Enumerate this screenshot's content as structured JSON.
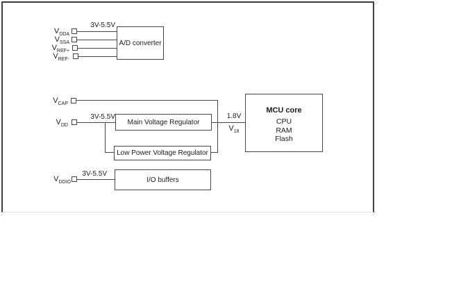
{
  "diagram": {
    "pins": {
      "vdda": {
        "base": "V",
        "sub": "DDA"
      },
      "vssa": {
        "base": "V",
        "sub": "SSA"
      },
      "vrefp": {
        "base": "V",
        "sub": "REF+"
      },
      "vrefm": {
        "base": "V",
        "sub": "REF-"
      },
      "vcap": {
        "base": "V",
        "sub": "CAP"
      },
      "vdd": {
        "base": "V",
        "sub": "DD"
      },
      "vddio": {
        "base": "V",
        "sub": "DDIO"
      }
    },
    "voltage_labels": {
      "adc_supply": "3V-5.5V",
      "vdd_supply": "3V-5.5V",
      "vddio_supply": "3V-5.5V",
      "core_voltage": "1.8V",
      "core_net": {
        "base": "V",
        "sub": "18"
      }
    },
    "blocks": {
      "adc": "A/D converter",
      "main_regulator": "Main Voltage Regulator",
      "low_power_regulator": "Low Power Voltage Regulator",
      "io_buffers": "I/O buffers",
      "mcu_core": {
        "title": "MCU core",
        "components": [
          "CPU",
          "RAM",
          "Flash"
        ]
      }
    },
    "colors": {
      "line": "#454545",
      "frame_border": "#3d3d3d",
      "text": "#1b1b1b",
      "background": "#ffffff"
    }
  }
}
